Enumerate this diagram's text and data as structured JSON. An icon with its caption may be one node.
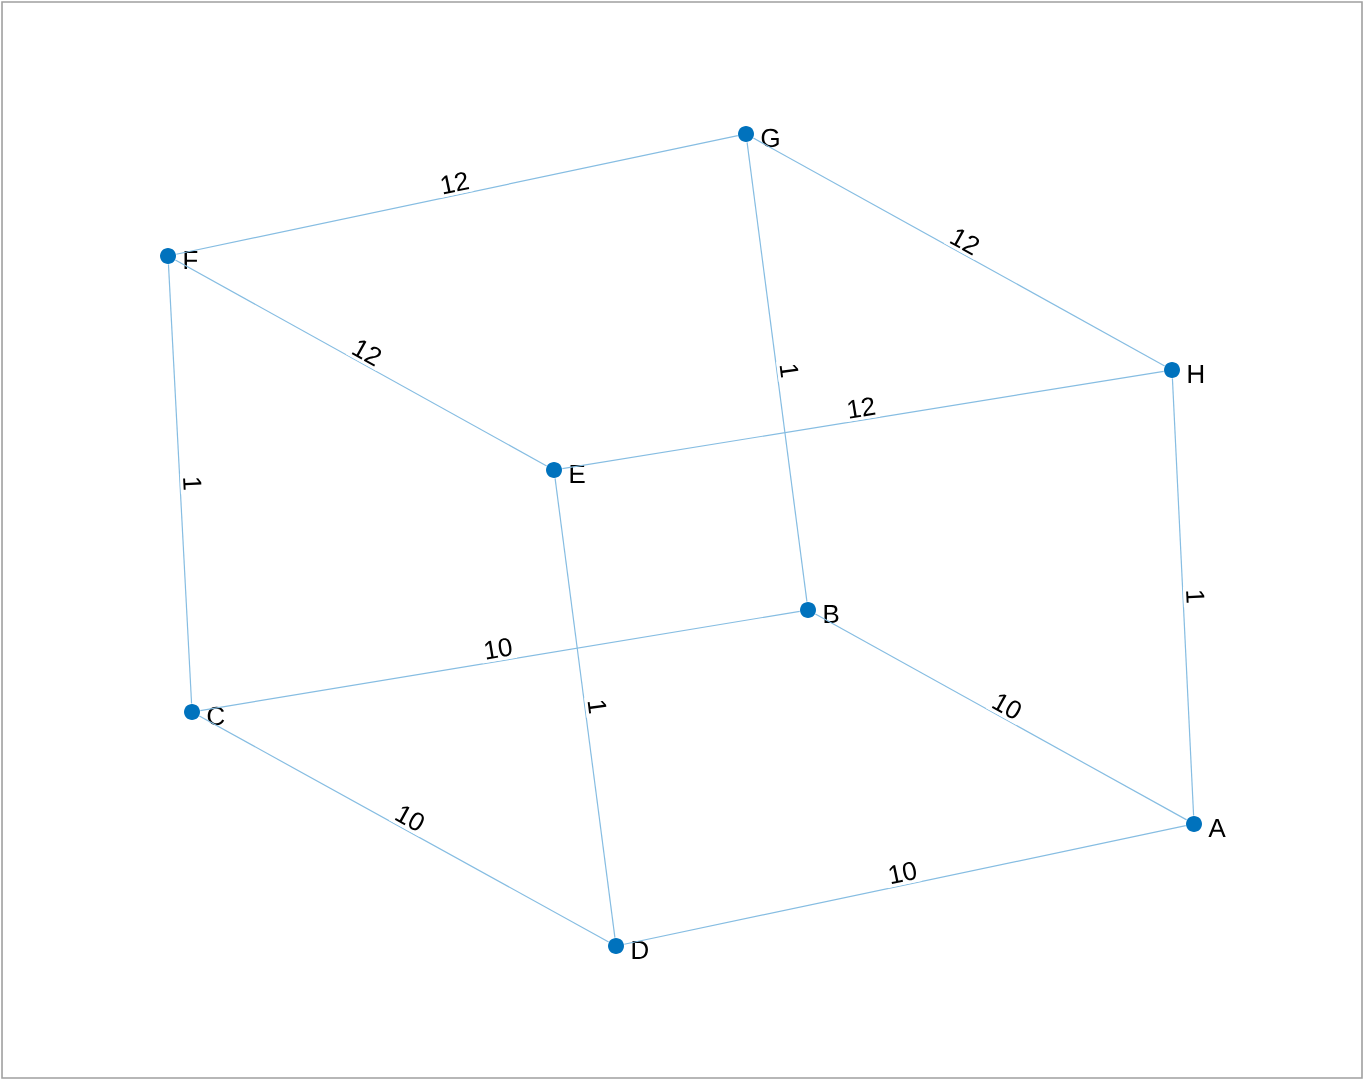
{
  "diagram": {
    "nodes": [
      {
        "text": [],
        "shape": "circle",
        "beside": [
          "G"
        ]
      },
      {
        "text": [],
        "shape": "circle",
        "beside": [
          "F"
        ]
      },
      {
        "text": [],
        "shape": "circle",
        "beside": [
          "H"
        ]
      },
      {
        "text": [],
        "shape": "circle",
        "beside": [
          "E"
        ]
      },
      {
        "text": [],
        "shape": "circle",
        "beside": [
          "B"
        ]
      },
      {
        "text": [],
        "shape": "circle",
        "beside": [
          "C"
        ]
      },
      {
        "text": [],
        "shape": "circle",
        "beside": [
          "A"
        ]
      },
      {
        "text": [],
        "shape": "circle",
        "beside": [
          "D"
        ]
      }
    ],
    "edges": [
      {
        "from": 1,
        "to": 0,
        "arrow": "none",
        "label": "12"
      },
      {
        "from": 0,
        "to": 2,
        "arrow": "none",
        "label": "12"
      },
      {
        "from": 1,
        "to": 3,
        "arrow": "none",
        "label": "12"
      },
      {
        "from": 3,
        "to": 2,
        "arrow": "none",
        "label": "12"
      },
      {
        "from": 0,
        "to": 4,
        "arrow": "none",
        "label": "1"
      },
      {
        "from": 2,
        "to": 6,
        "arrow": "none",
        "label": "1"
      },
      {
        "from": 1,
        "to": 5,
        "arrow": "none",
        "label": "1"
      },
      {
        "from": 3,
        "to": 7,
        "arrow": "none",
        "label": "1"
      },
      {
        "from": 5,
        "to": 4,
        "arrow": "none",
        "label": "10"
      },
      {
        "from": 4,
        "to": 6,
        "arrow": "none",
        "label": "10"
      },
      {
        "from": 5,
        "to": 7,
        "arrow": "none",
        "label": "10"
      },
      {
        "from": 7,
        "to": 6,
        "arrow": "none",
        "label": "10"
      }
    ]
  }
}
